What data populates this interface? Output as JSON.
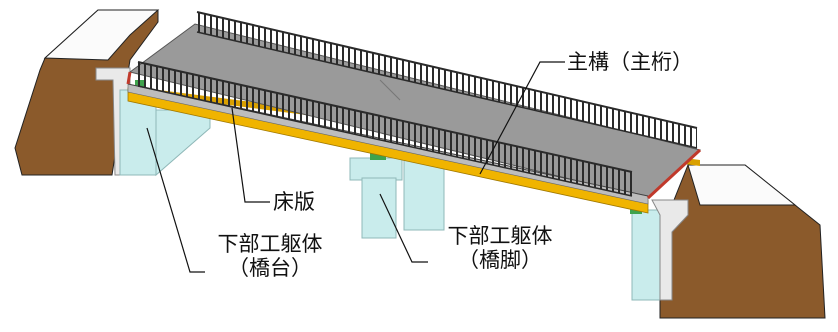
{
  "labels": {
    "main_girder": "主構（主桁）",
    "deck_slab": "床版",
    "abutment_line1": "下部工躯体",
    "abutment_line2": "（橋台）",
    "pier_line1": "下部工躯体",
    "pier_line2": "（橋脚）"
  },
  "colors": {
    "earth": "#8b5a2b",
    "earth_outline": "#222222",
    "substructure": "#c9ecec",
    "abutment_cap": "#e9e9e9",
    "deck": "#9a9a9a",
    "girder": "#f0b400",
    "railing": "#2b2b2b",
    "expansion_joint": "#c0392b",
    "bearing": "#3fa34d"
  }
}
